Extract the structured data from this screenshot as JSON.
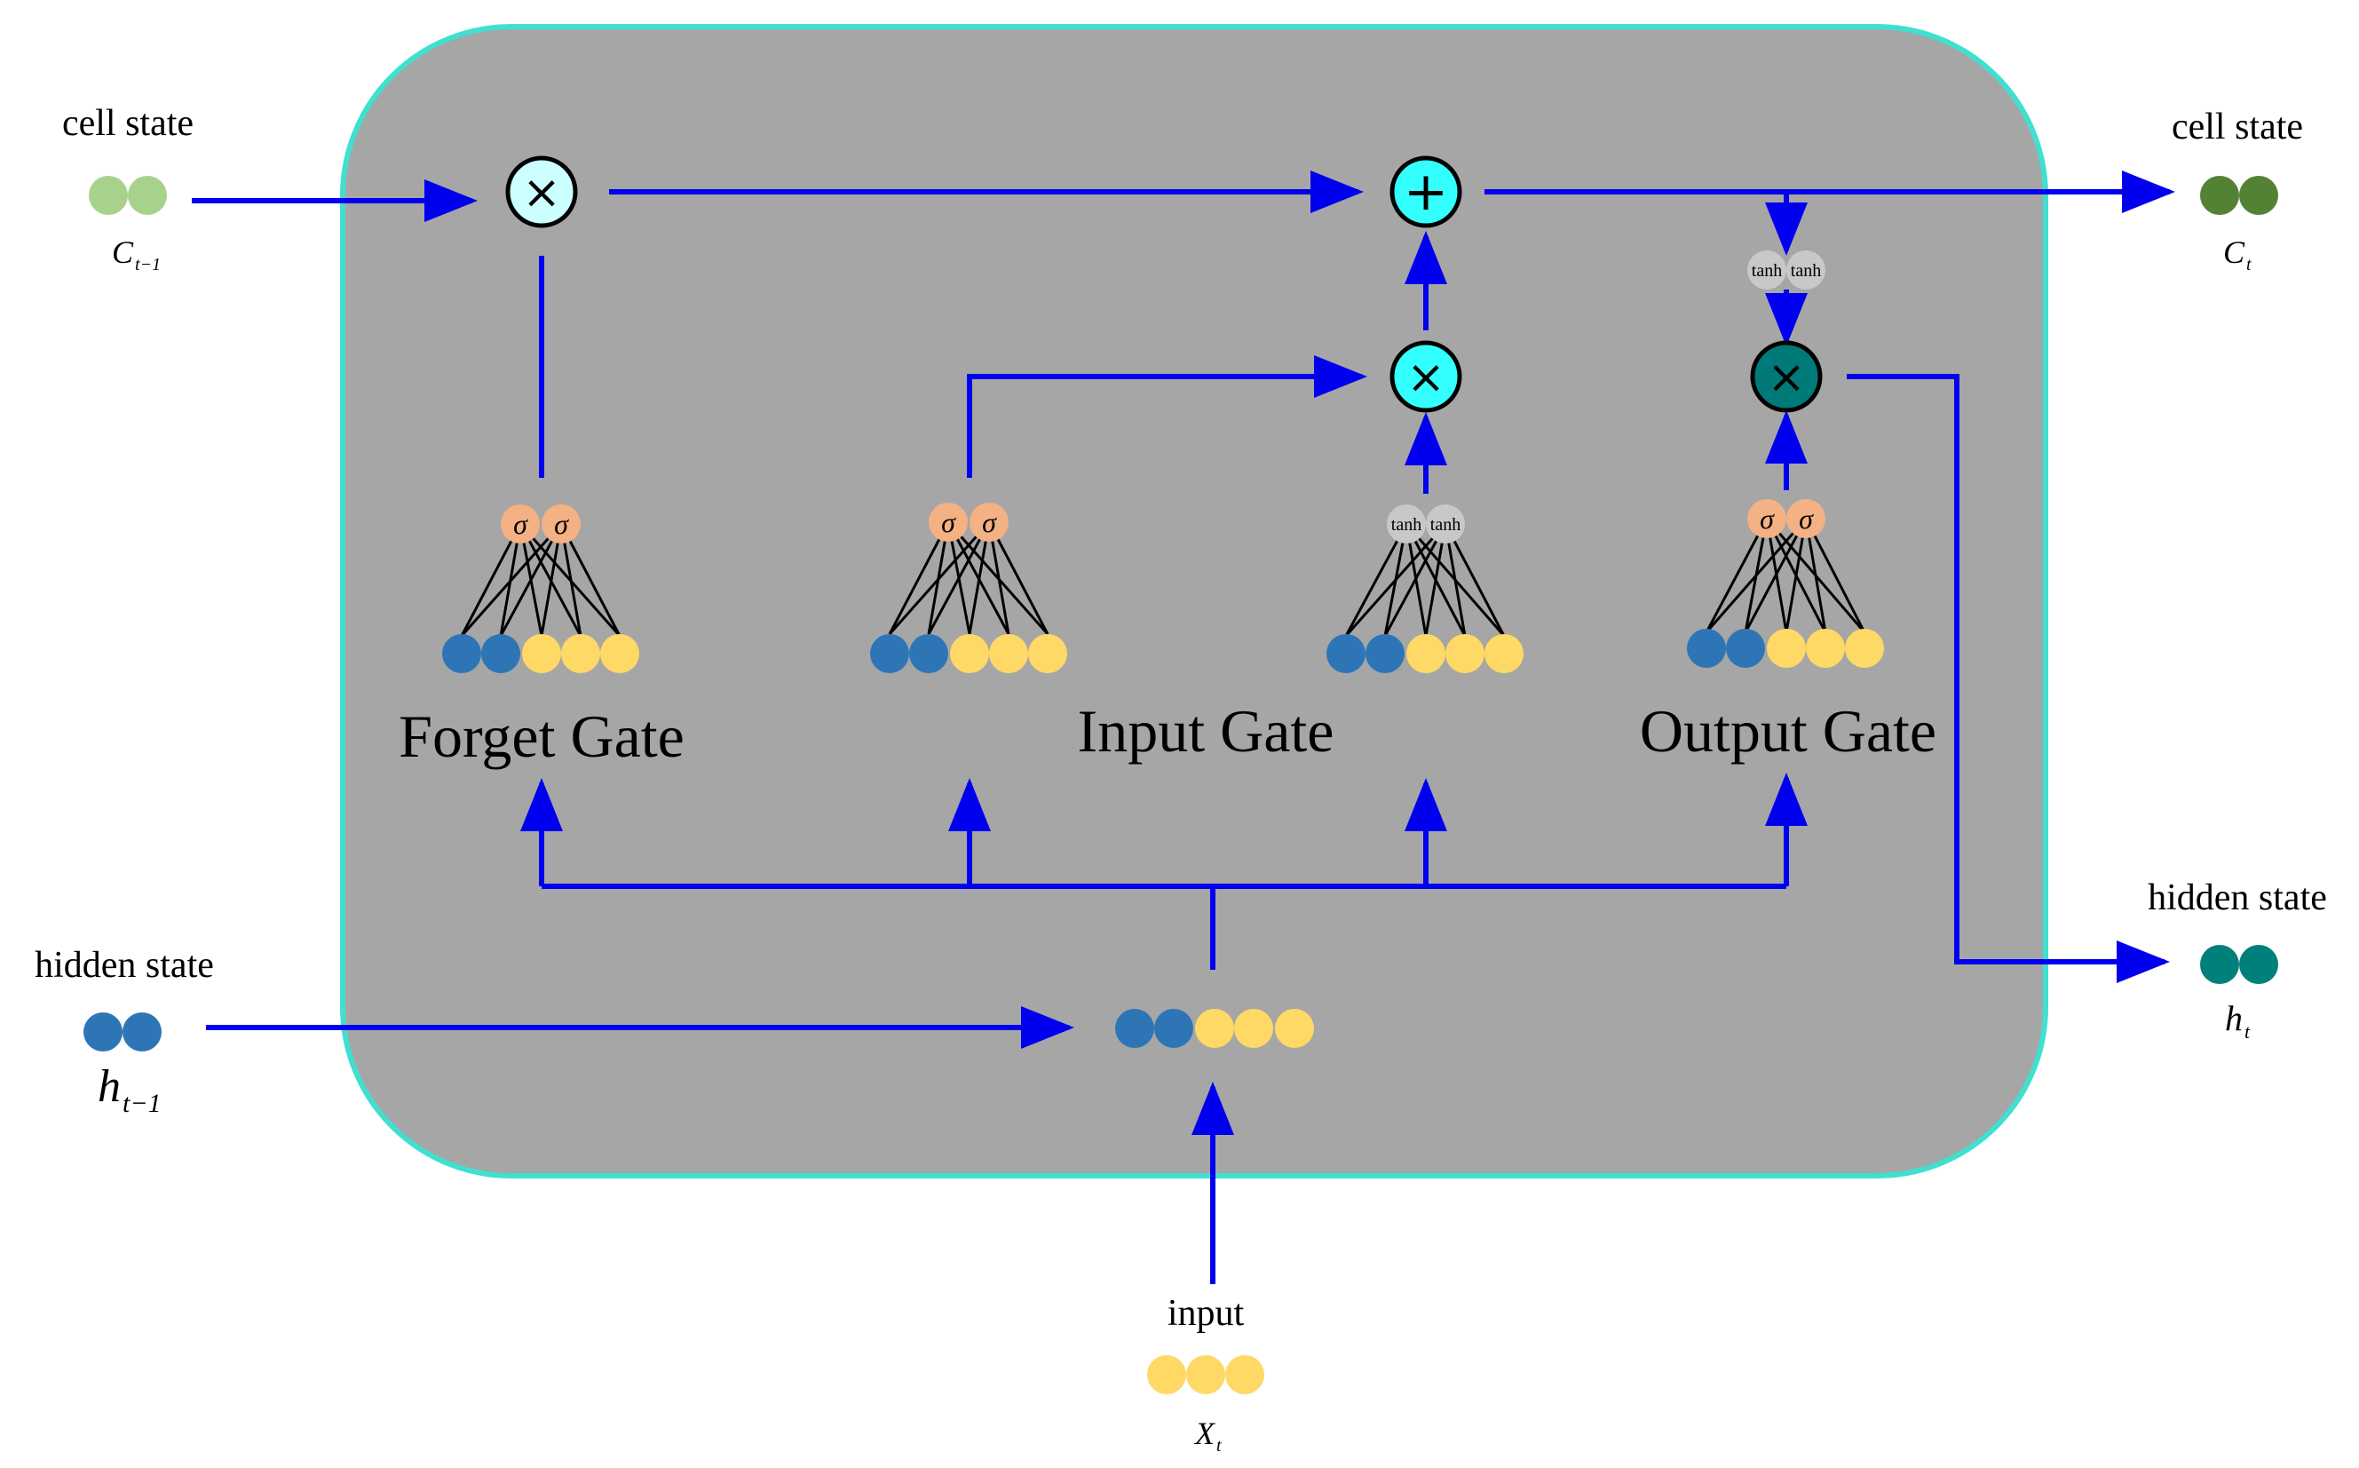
{
  "colors": {
    "background": "#ffffff",
    "cell_fill": "#a6a6a6",
    "cell_border": "#40e0d0",
    "arrow": "#0000ee",
    "prev_cell_state": "#a8d18d",
    "next_cell_state": "#548235",
    "hidden_state_prev": "#2e75b6",
    "hidden_state_next": "#00807a",
    "input_node": "#ffd966",
    "sigma_node": "#f4b183",
    "tanh_node": "#c8c8c8",
    "op_light": "#ccffff",
    "op_cyan": "#33ffff",
    "op_dark": "#007a78"
  },
  "left": {
    "cell_state": {
      "label": "cell state",
      "symbol": "C",
      "subscript": "t−1"
    },
    "hidden_state": {
      "label": "hidden state",
      "symbol": "h",
      "subscript": "t−1"
    }
  },
  "right": {
    "cell_state": {
      "label": "cell state",
      "symbol": "C",
      "subscript": "t"
    },
    "hidden_state": {
      "label": "hidden state",
      "symbol": "h",
      "subscript": "t"
    }
  },
  "bottom": {
    "input": {
      "label": "input",
      "symbol": "X",
      "subscript": "t"
    }
  },
  "gates": {
    "forget": "Forget Gate",
    "input": "Input Gate",
    "output": "Output Gate"
  },
  "activations": {
    "sigma": "σ",
    "tanh": "tanh"
  },
  "operators": {
    "multiply": "×",
    "add": "+"
  }
}
